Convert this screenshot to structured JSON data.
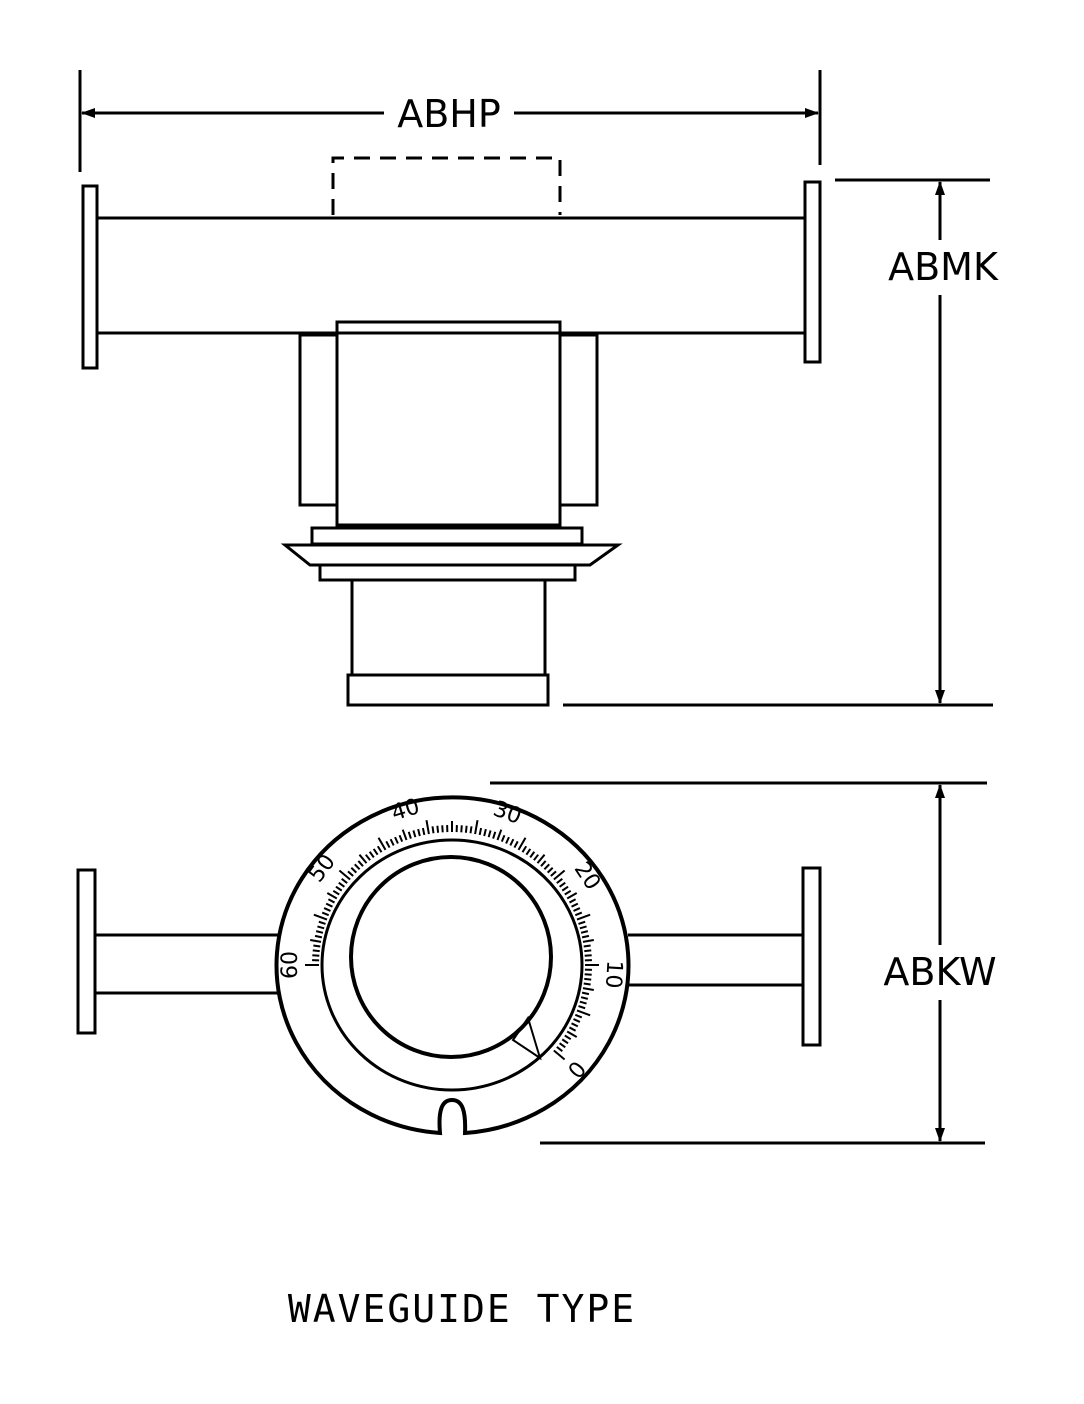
{
  "dimensions": {
    "overall_length": "ABHP",
    "top_view_height": "ABMK",
    "bottom_view_height": "ABKW"
  },
  "dial_scale": [
    "60",
    "50",
    "40",
    "30",
    "20",
    "10",
    "0"
  ],
  "caption": "WAVEGUIDE TYPE",
  "colors": {
    "ink": "#000000",
    "paper": "#ffffff"
  }
}
